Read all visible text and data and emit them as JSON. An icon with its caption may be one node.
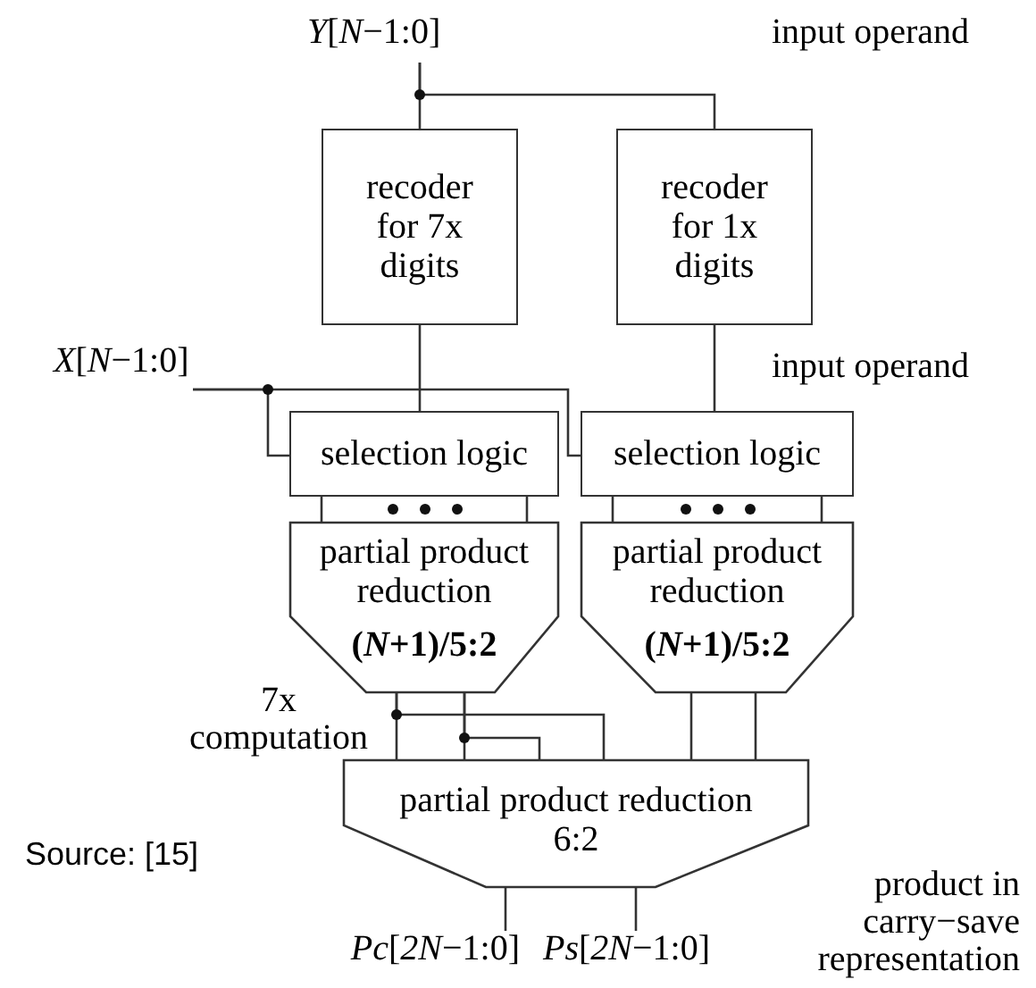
{
  "diagram": {
    "nodes": [
      {
        "text": [
          "*Y*[*N*−1:0]"
        ]
      },
      {
        "text": [
          "recoder for 7x digits"
        ]
      },
      {
        "text": [
          "recoder for 1x digits"
        ]
      },
      {
        "text": [
          "*X*[*N*−1:0]"
        ]
      },
      {
        "text": [
          "selection logic"
        ]
      },
      {
        "text": [
          "selection logic"
        ]
      },
      {
        "text": [
          "partial product reduction",
          "(*N*+1)/5:2"
        ]
      },
      {
        "text": [
          "partial product reduction",
          "(*N*+1)/5:2"
        ]
      },
      {
        "text": [
          "partial product reduction 6:2"
        ]
      },
      {
        "text": [
          "*Pc*[*2N*−1:0]"
        ]
      },
      {
        "text": [
          "*Ps*[*2N*−1:0]"
        ]
      }
    ],
    "edges": [
      {
        "from": 0,
        "to": 1,
        "arrow": "none"
      },
      {
        "from": 0,
        "to": 2,
        "arrow": "none"
      },
      {
        "from": 1,
        "to": 4,
        "arrow": "none"
      },
      {
        "from": 2,
        "to": 5,
        "arrow": "none"
      },
      {
        "from": 3,
        "to": 4,
        "arrow": "none"
      },
      {
        "from": 3,
        "to": 5,
        "arrow": "none"
      },
      {
        "from": 4,
        "to": 6,
        "arrow": "none"
      },
      {
        "from": 4,
        "to": 6,
        "arrow": "none"
      },
      {
        "from": 5,
        "to": 7,
        "arrow": "none"
      },
      {
        "from": 5,
        "to": 7,
        "arrow": "none"
      },
      {
        "from": 6,
        "to": 8,
        "arrow": "none"
      },
      {
        "from": 6,
        "to": 8,
        "arrow": "none"
      },
      {
        "from": 6,
        "to": 8,
        "arrow": "none"
      },
      {
        "from": 6,
        "to": 8,
        "arrow": "none"
      },
      {
        "from": 7,
        "to": 8,
        "arrow": "none"
      },
      {
        "from": 7,
        "to": 8,
        "arrow": "none"
      },
      {
        "from": 8,
        "to": 9,
        "arrow": "none"
      },
      {
        "from": 8,
        "to": 10,
        "arrow": "none"
      }
    ],
    "labels": [
      "input operand",
      "input operand",
      "7x computation",
      "Source: [15]",
      "product in carry−save representation"
    ]
  }
}
